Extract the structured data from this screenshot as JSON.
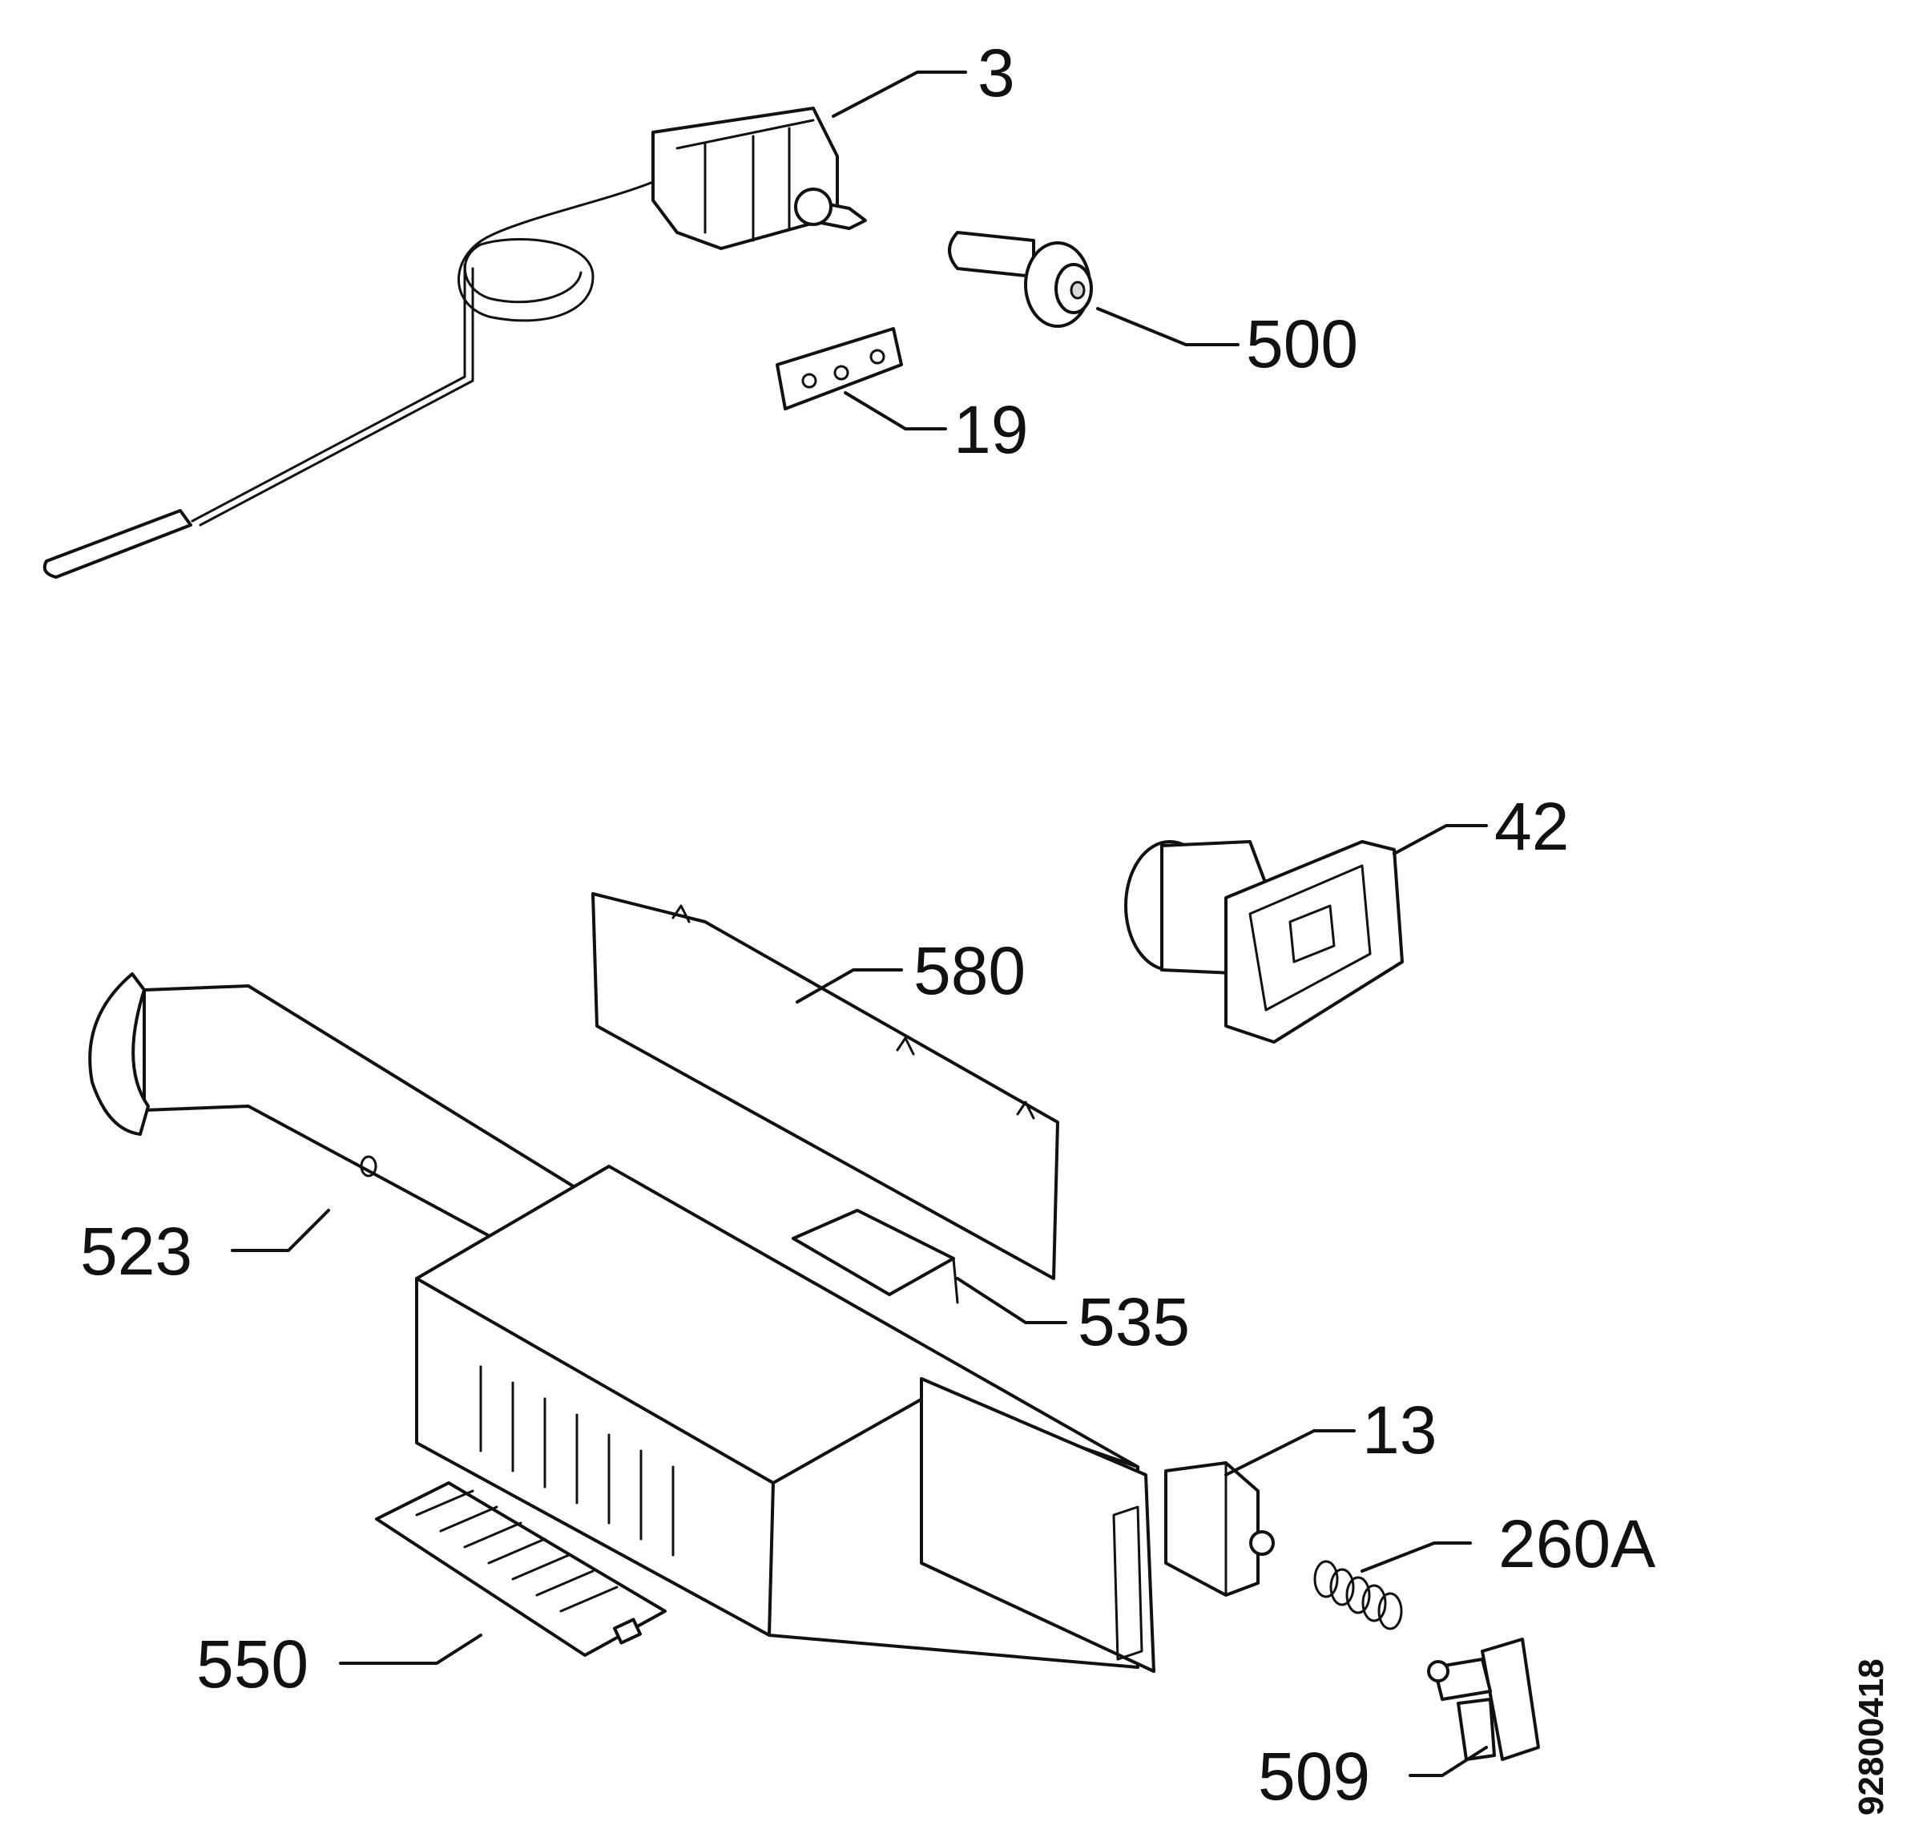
{
  "diagram": {
    "document_number": "92800418",
    "callouts": {
      "p3": "3",
      "p500": "500",
      "p19": "19",
      "p42": "42",
      "p580": "580",
      "p523": "523",
      "p535": "535",
      "p13": "13",
      "p260a": "260A",
      "p550": "550",
      "p509": "509"
    }
  }
}
